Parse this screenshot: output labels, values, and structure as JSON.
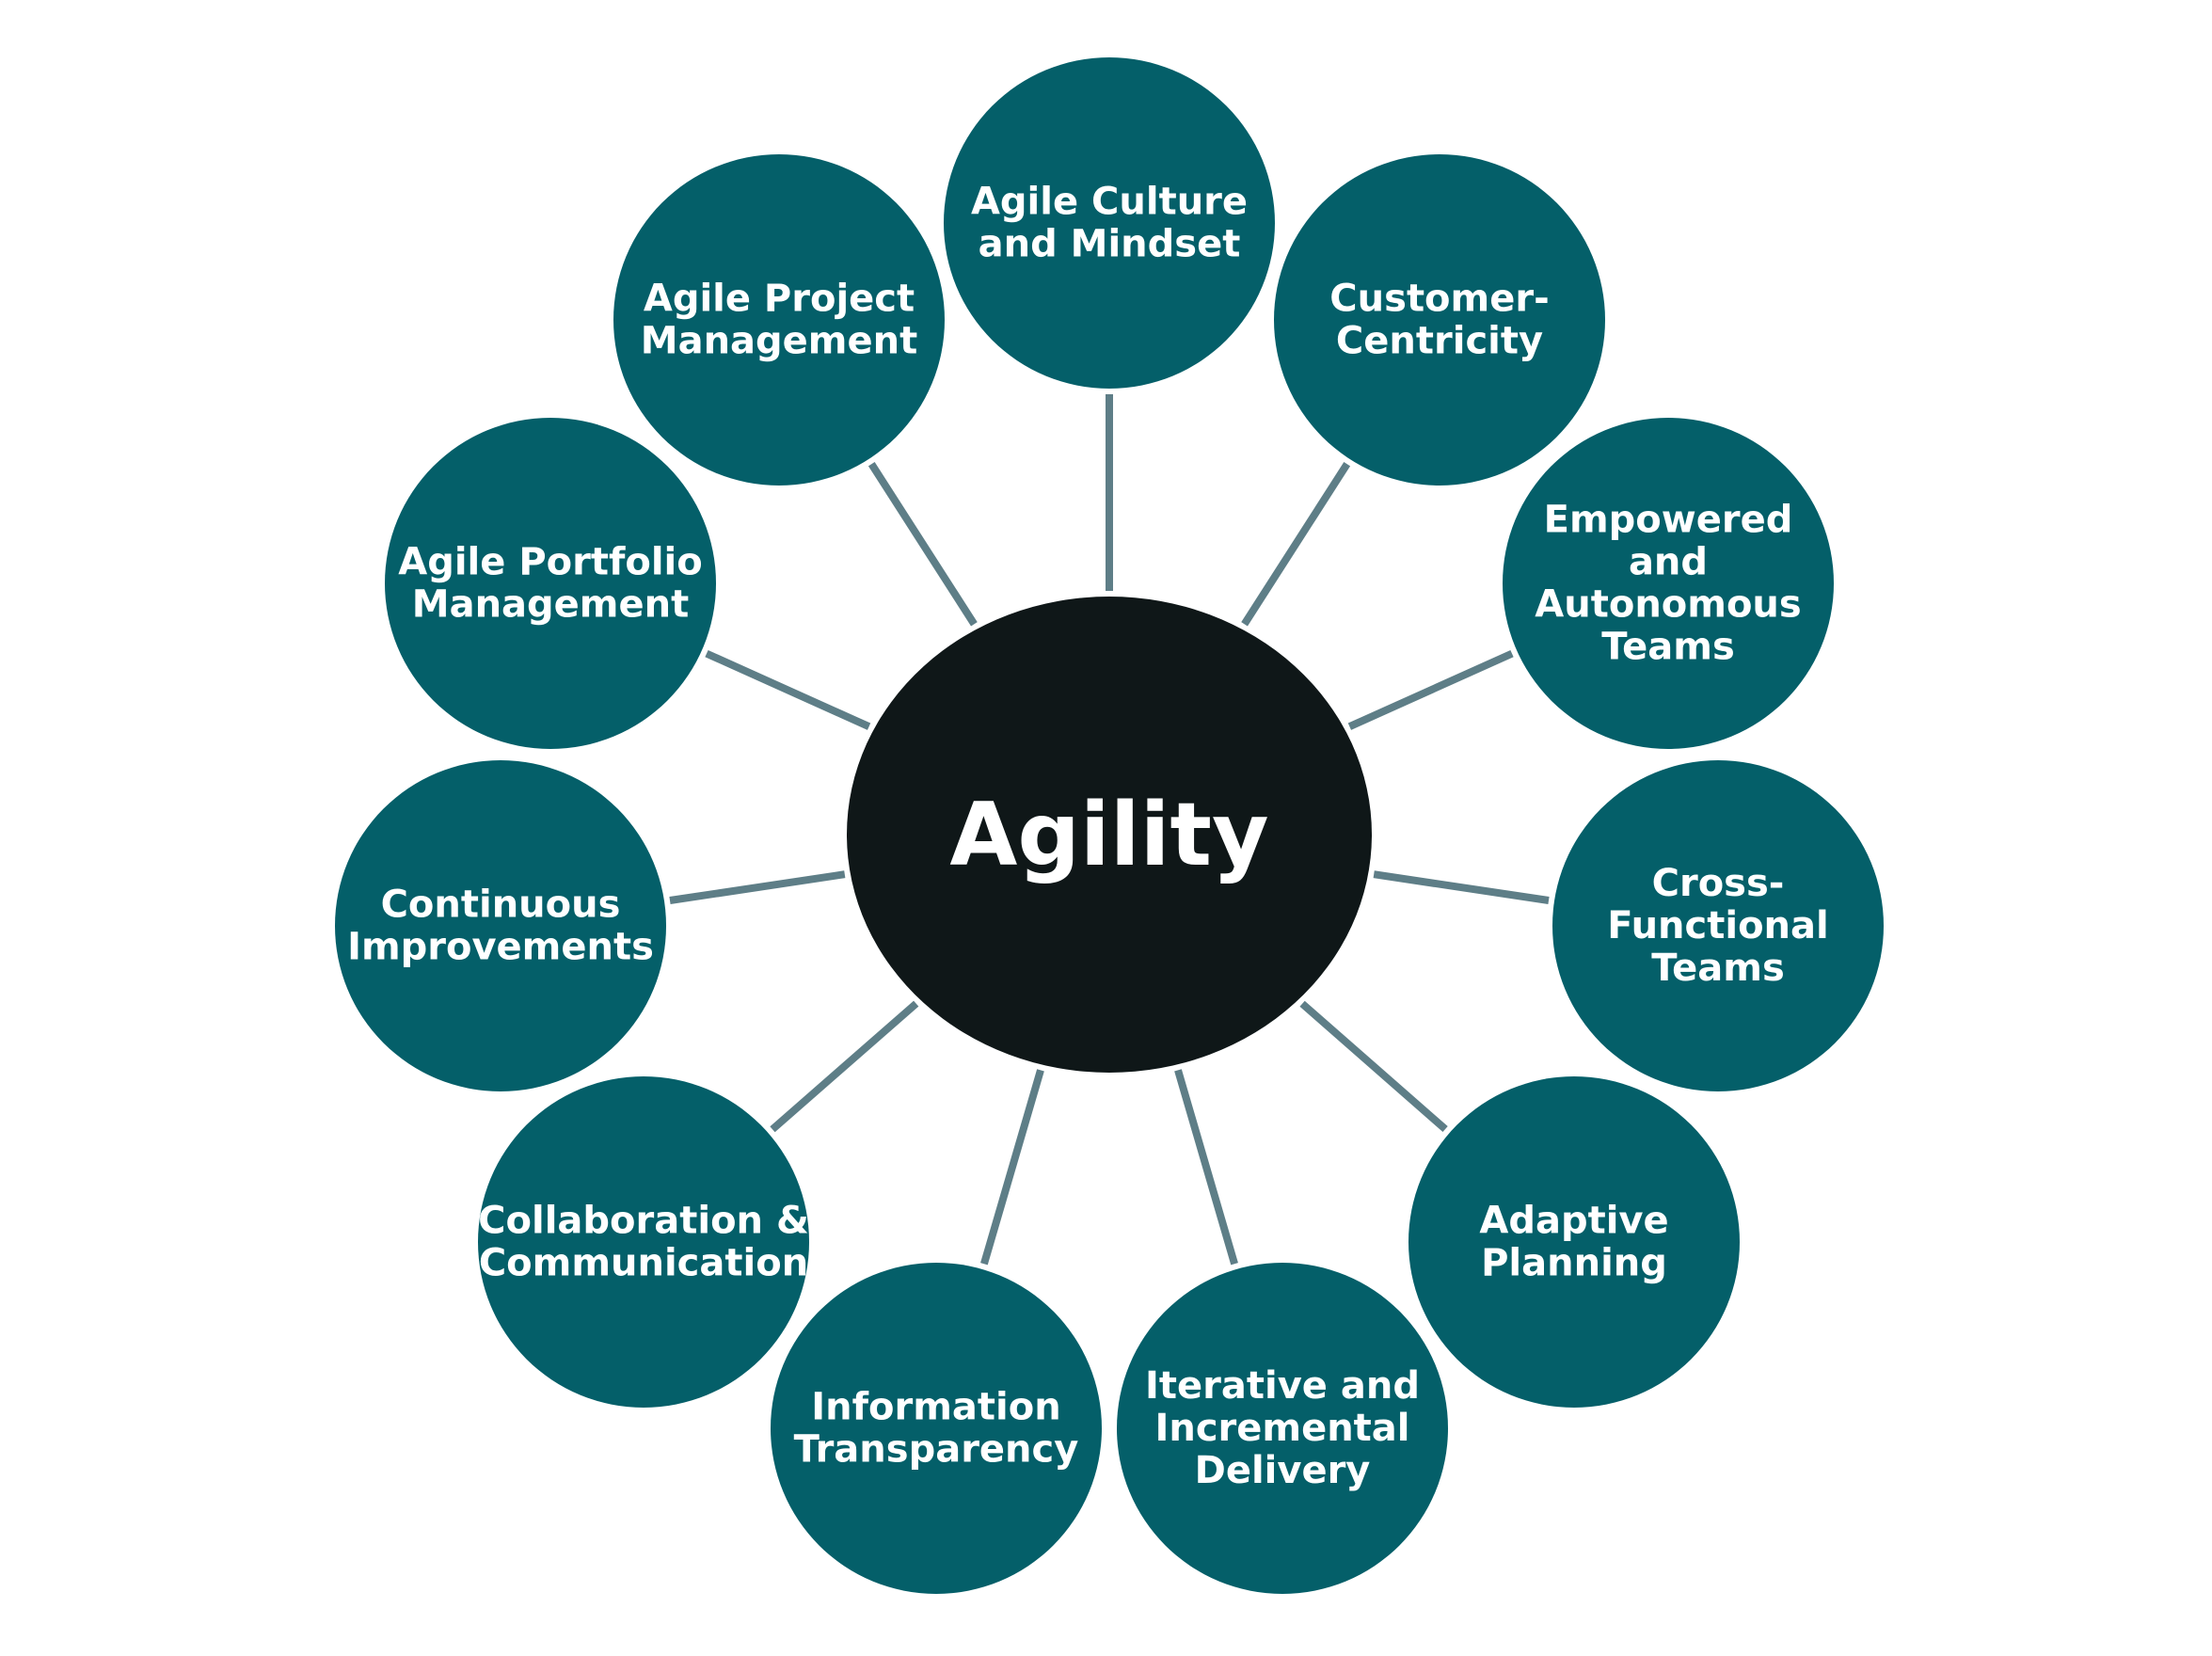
{
  "colors": {
    "background": "#ffffff",
    "hub_fill": "#0f1718",
    "node_fill": "#045f69",
    "connector": "#5e7e87",
    "text": "#ffffff"
  },
  "hub": {
    "label": "Agility"
  },
  "nodes": [
    {
      "id": "agile-culture",
      "lines": [
        "Agile Culture",
        "and Mindset"
      ]
    },
    {
      "id": "customer-centricity",
      "lines": [
        "Customer-",
        "Centricity"
      ]
    },
    {
      "id": "empowered-teams",
      "lines": [
        "Empowered",
        "and",
        "Autonomous",
        "Teams"
      ]
    },
    {
      "id": "cross-functional-teams",
      "lines": [
        "Cross-",
        "Functional",
        "Teams"
      ]
    },
    {
      "id": "adaptive-planning",
      "lines": [
        "Adaptive",
        "Planning"
      ]
    },
    {
      "id": "iterative-delivery",
      "lines": [
        "Iterative and",
        "Incremental",
        "Delivery"
      ]
    },
    {
      "id": "information-transparency",
      "lines": [
        "Information",
        "Transparency"
      ]
    },
    {
      "id": "collaboration-communication",
      "lines": [
        "Collaboration &",
        "Communication"
      ]
    },
    {
      "id": "continuous-improvements",
      "lines": [
        "Continuous",
        "Improvements"
      ]
    },
    {
      "id": "agile-portfolio-management",
      "lines": [
        "Agile Portfolio",
        "Management"
      ]
    },
    {
      "id": "agile-project-management",
      "lines": [
        "Agile Project",
        "Management"
      ]
    }
  ]
}
